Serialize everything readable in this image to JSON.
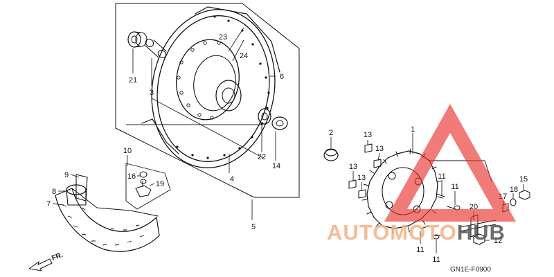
{
  "diagram": {
    "callouts": {
      "c1": "1",
      "c2": "2",
      "c3": "3",
      "c4": "4",
      "c5": "5",
      "c6": "6",
      "c7": "7",
      "c8": "8",
      "c9": "9",
      "c10": "10",
      "c11": "11",
      "c12": "12",
      "c13": "13",
      "c14": "14",
      "c15": "15",
      "c16": "16",
      "c17": "17",
      "c18": "18",
      "c19": "19",
      "c20": "20",
      "c21": "21",
      "c22": "22",
      "c23": "23",
      "c24": "24"
    },
    "figure_code": "GN1E-F0900",
    "direction_label": "FR."
  },
  "watermark": {
    "part1": "AUTO",
    "part2": "MOTO",
    "part3": "HUB",
    "colors": {
      "orange": "#f4b183",
      "red": "#e8302c",
      "dark": "#555555"
    }
  }
}
